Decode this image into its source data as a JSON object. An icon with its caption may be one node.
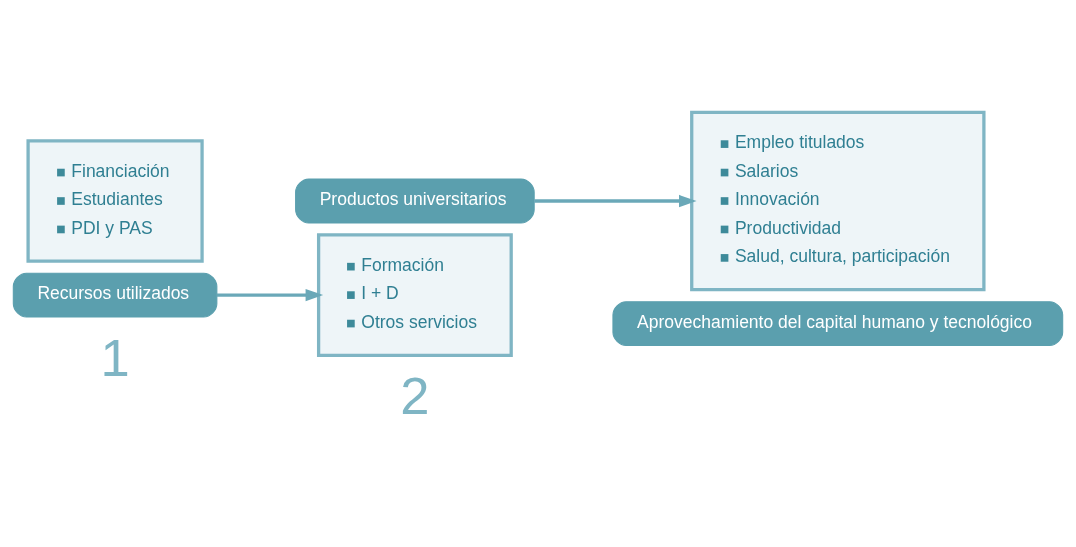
{
  "diagram": {
    "nodes": [
      {
        "text": [
          "Financiación",
          "Estudiantes",
          "PDI y PAS"
        ]
      },
      {
        "text": [
          "Recursos utilizados"
        ]
      },
      {
        "text": [
          "Productos universitarios"
        ]
      },
      {
        "text": [
          "Formación",
          "I + D",
          "Otros servicios"
        ]
      },
      {
        "text": [
          "Empleo titulados",
          "Salarios",
          "Innovación",
          "Productividad",
          "Salud, cultura, participación"
        ]
      },
      {
        "text": [
          "Aprovechamiento del capital humano y tecnológico"
        ]
      }
    ],
    "edges": [
      {
        "from": 1,
        "to": 3,
        "arrow": "to"
      },
      {
        "from": 2,
        "to": 4,
        "arrow": "to"
      }
    ],
    "labels": [
      "1",
      "2"
    ]
  }
}
